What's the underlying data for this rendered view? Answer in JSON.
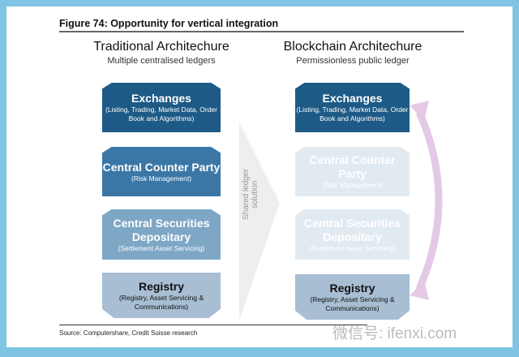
{
  "title": "Figure 74: Opportunity for vertical integration",
  "left": {
    "heading": "Traditional Architechure",
    "sub": "Multiple centralised ledgers",
    "boxes": [
      {
        "h": "Exchanges",
        "s": "(Listing, Trading, Market Data, Order Book and Algorithms)"
      },
      {
        "h": "Central Counter Party",
        "s": "(Risk Management)"
      },
      {
        "h": "Central Securities Depositary",
        "s": "(Settlement Asset Servicing)"
      },
      {
        "h": "Registry",
        "s": "(Registry, Asset Servicing & Communications)"
      }
    ]
  },
  "right": {
    "heading": "Blockchain Architechure",
    "sub": "Permissionless public ledger",
    "boxes": [
      {
        "h": "Exchanges",
        "s": "(Listing, Trading, Market Data, Order Book and Algorithms)"
      },
      {
        "h": "Central Counter Party",
        "s": "(Risk Management)"
      },
      {
        "h": "Central Securities Depositary",
        "s": "(Settlement Asset Servicing)"
      },
      {
        "h": "Registry",
        "s": "(Registry, Asset Servicing & Communications)"
      }
    ]
  },
  "middle": "Shared ledger solution",
  "source": "Source: Computershare, Credit Suisse research",
  "watermark": "微信号: ifenxi.com",
  "colors": {
    "dark": "#1d5a86",
    "mid": "#3b77a6",
    "light": "#7ea7c6",
    "lightest": "#a7bed3",
    "faded": "#e2eaf1",
    "arrow": "#e4c9e6"
  }
}
